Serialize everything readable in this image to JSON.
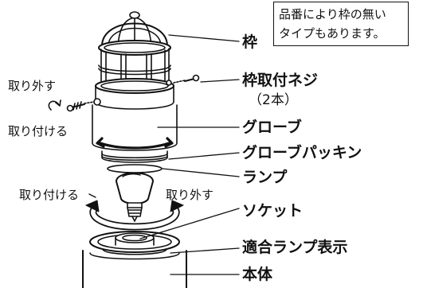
{
  "note": {
    "line1": "品番により枠の無い",
    "line2": "タイプもあります。"
  },
  "labels": {
    "frame": "枠",
    "frame_screw": "枠取付ネジ",
    "frame_screw_count": "（2本）",
    "globe": "グローブ",
    "globe_packing": "グローブパッキン",
    "lamp": "ランプ",
    "socket": "ソケット",
    "lamp_indicator": "適合ランプ表示",
    "body": "本体"
  },
  "actions": {
    "screw_remove": "取り外す",
    "screw_attach": "取り付ける",
    "lamp_attach": "取り付ける",
    "lamp_remove": "取り外す"
  }
}
